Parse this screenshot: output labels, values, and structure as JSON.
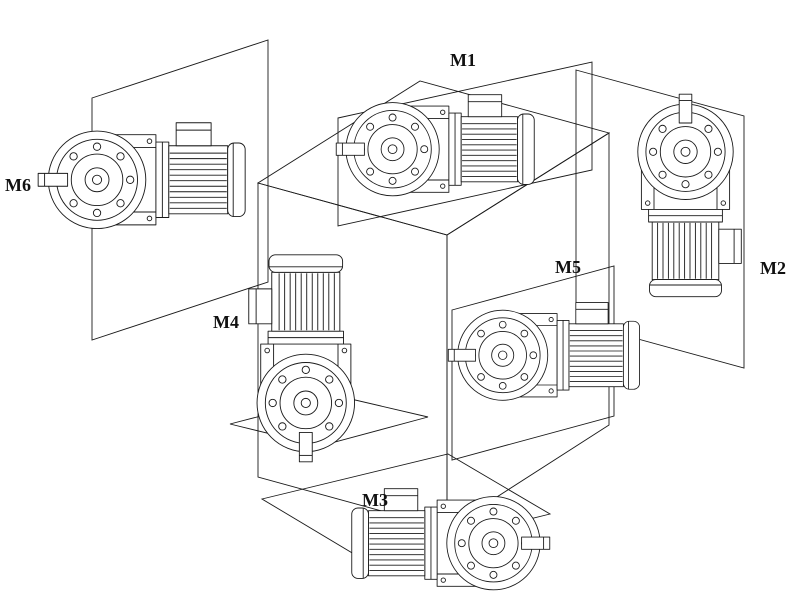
{
  "diagram": {
    "positions": [
      {
        "label": "M1"
      },
      {
        "label": "M2"
      },
      {
        "label": "M3"
      },
      {
        "label": "M4"
      },
      {
        "label": "M5"
      },
      {
        "label": "M6"
      }
    ],
    "colors": {
      "line": "#1a1a1a",
      "background": "#ffffff"
    }
  }
}
